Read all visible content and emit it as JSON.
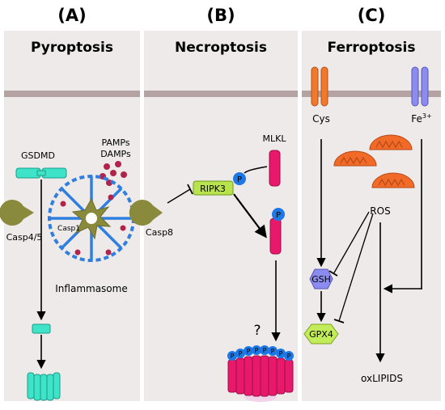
{
  "panels": [
    {
      "letter": "(A)",
      "title": "Pyroptosis"
    },
    {
      "letter": "(B)",
      "title": "Necroptosis"
    },
    {
      "letter": "(C)",
      "title": "Ferroptosis"
    }
  ],
  "pyroptosis": {
    "gsdmd": "GSDMD",
    "pamps": "PAMPs",
    "damps": "DAMPs",
    "casp45": "Casp4/5",
    "casp1": "Casp1",
    "inflammasome": "Inflammasome"
  },
  "necroptosis": {
    "mlkl": "MLKL",
    "ripk3": "RIPK3",
    "casp8": "Casp8",
    "phospho": "P",
    "question": "?"
  },
  "ferroptosis": {
    "cys": "Cys",
    "fe": "Fe",
    "fe_charge": "3+",
    "ros": "ROS",
    "gsh": "GSH",
    "gpx4": "GPX4",
    "oxlipids": "oxLIPIDS"
  },
  "colors": {
    "panel_bg": "#efeaea",
    "membrane": "#b5a2a2",
    "gsdmd": "#3fe3c8",
    "casp": "#8a8a3c",
    "inflammasome": "#2f7fe0",
    "pamps": "#b0234a",
    "mlkl": "#e8196a",
    "ripk3": "#b8e34c",
    "phospho": "#1b78e6",
    "cys_channel": "#f07a2c",
    "fe_channel": "#8c8cf0",
    "mito": "#f26a28",
    "gsh": "#8c8cf0",
    "gpx4": "#c3ec5a"
  }
}
